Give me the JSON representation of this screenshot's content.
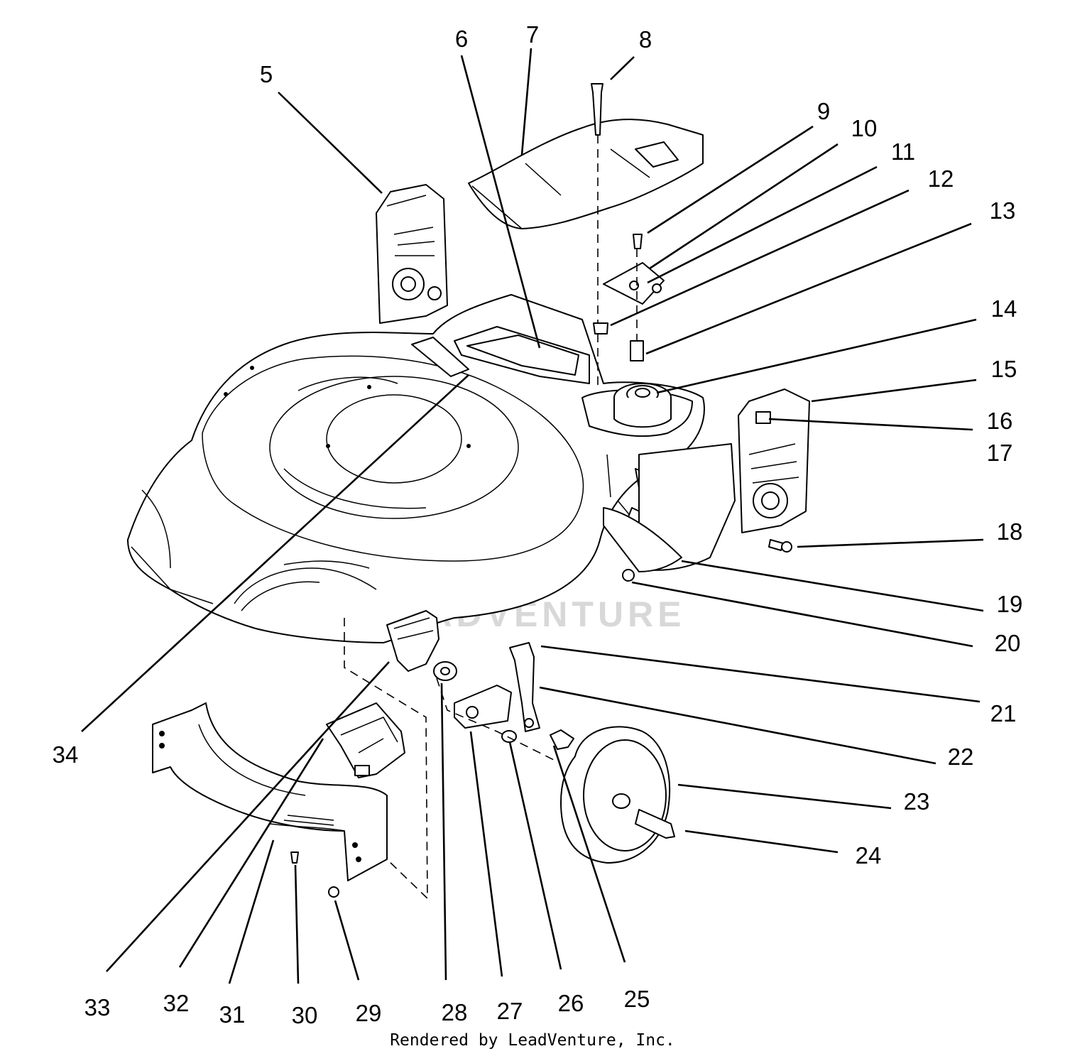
{
  "watermark": "LEADVENTURE",
  "footer": "Rendered by LeadVenture, Inc.",
  "callouts": [
    "5",
    "6",
    "7",
    "8",
    "9",
    "10",
    "11",
    "12",
    "13",
    "14",
    "15",
    "16",
    "17",
    "18",
    "19",
    "20",
    "21",
    "22",
    "23",
    "24",
    "25",
    "26",
    "27",
    "28",
    "29",
    "30",
    "31",
    "32",
    "33",
    "34"
  ]
}
